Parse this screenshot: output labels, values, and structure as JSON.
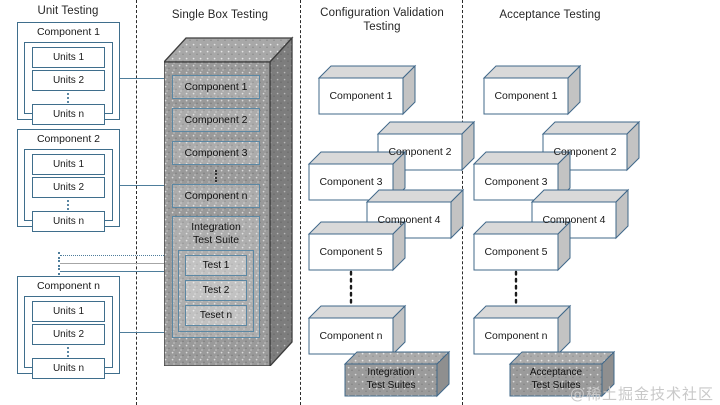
{
  "columns": [
    {
      "id": "unit-testing",
      "title": "Unit Testing",
      "components": [
        {
          "label": "Component 1",
          "units": [
            "Units 1",
            "Units 2",
            "Units n"
          ]
        },
        {
          "label": "Component 2",
          "units": [
            "Units 1",
            "Units 2",
            "Units n"
          ]
        },
        {
          "label": "Component n",
          "units": [
            "Units 1",
            "Units 2",
            "Units n"
          ]
        }
      ]
    },
    {
      "id": "single-box-testing",
      "title": "Single Box Testing",
      "slots": [
        "Component 1",
        "Component 2",
        "Component 3",
        "Component n"
      ],
      "suite": {
        "title_line1": "Integration",
        "title_line2": "Test Suite",
        "tests": [
          "Test 1",
          "Test 2",
          "Teset n"
        ]
      }
    },
    {
      "id": "configuration-validation-testing",
      "title_line1": "Configuration Validation",
      "title_line2": "Testing",
      "boxes": [
        "Component 1",
        "Component 2",
        "Component 3",
        "Component 4",
        "Component 5",
        "Component n"
      ],
      "suite_line1": "Integration",
      "suite_line2": "Test Suites"
    },
    {
      "id": "acceptance-testing",
      "title": "Acceptance Testing",
      "boxes": [
        "Component 1",
        "Component 2",
        "Component 3",
        "Component 4",
        "Component 5",
        "Component n"
      ],
      "suite_line1": "Acceptance",
      "suite_line2": "Test Suites"
    }
  ],
  "watermark": "@稀土掘金技术社区",
  "colors": {
    "outline_blue": "#3f6e8c",
    "box_outline": "#40688a",
    "connector": "#4e7d9b",
    "divider": "#2b2b2b",
    "box_gray": "#9b9b9b",
    "top_face": "#d9d9d9",
    "side_face": "#bfbfbf",
    "text": "#1a1a1a"
  }
}
